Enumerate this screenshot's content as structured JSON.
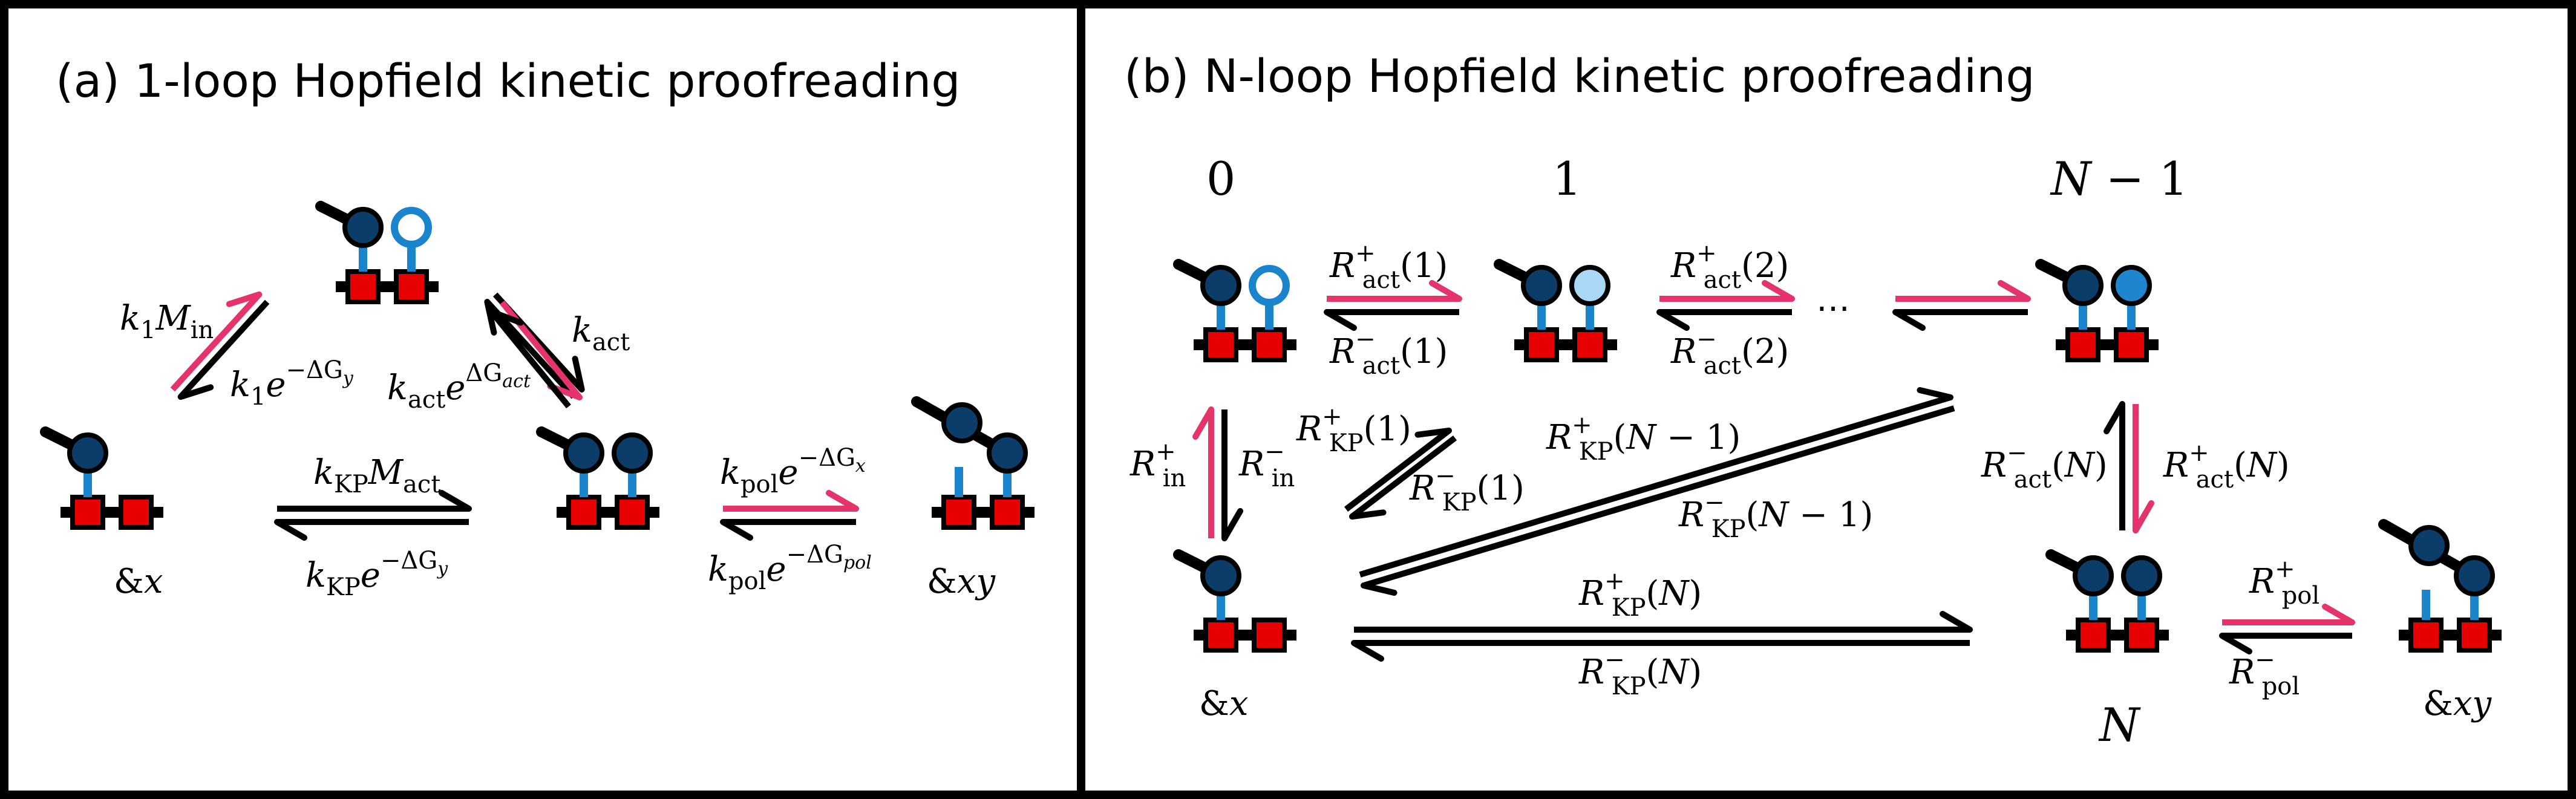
{
  "colors": {
    "arrow_forward": "#e5336b",
    "arrow_reverse": "#000000",
    "monomer": "#0b3d68",
    "stem": "#1a84cc",
    "site": "#e60000",
    "open_ring": "#1a84cc",
    "light_ball": "#a9d7f5",
    "mid_ball": "#1e86cf",
    "border": "#000000"
  },
  "panel_a": {
    "title": "(a) 1-loop Hopfield kinetic proofreading",
    "states": {
      "x": "&x",
      "xy": "&xy"
    },
    "rates": {
      "k1_min": {
        "base": "k",
        "sub": "1",
        "base2": "M",
        "sub2": "in"
      },
      "k1_back": {
        "base": "k",
        "sub": "1",
        "exp": "e",
        "sup": "−ΔG",
        "supsub": "y"
      },
      "kact": {
        "base": "k",
        "sub": "act"
      },
      "kact_back": {
        "base": "k",
        "sub": "act",
        "exp": "e",
        "sup": "ΔG",
        "supsub": "act"
      },
      "kkp_fwd": {
        "base": "k",
        "sub": "KP",
        "base2": "M",
        "sub2": "act"
      },
      "kkp_back": {
        "base": "k",
        "sub": "KP",
        "exp": "e",
        "sup": "−ΔG",
        "supsub": "y"
      },
      "kpol_fwd": {
        "base": "k",
        "sub": "pol",
        "exp": "e",
        "sup": "−ΔG",
        "supsub": "x"
      },
      "kpol_back": {
        "base": "k",
        "sub": "pol",
        "exp": "e",
        "sup": "−ΔG",
        "supsub": "pol"
      }
    }
  },
  "panel_b": {
    "title": "(b) N-loop Hopfield kinetic proofreading",
    "state_labels": {
      "s0": "0",
      "s1": "1",
      "snm1": "N − 1",
      "sn": "N"
    },
    "states": {
      "x": "&x",
      "xy": "&xy"
    },
    "ellipsis": "⋯",
    "rates": {
      "ract1_p": {
        "R": "R",
        "sup": "+",
        "sub": "act",
        "arg": "(1)"
      },
      "ract1_m": {
        "R": "R",
        "sup": "−",
        "sub": "act",
        "arg": "(1)"
      },
      "ract2_p": {
        "R": "R",
        "sup": "+",
        "sub": "act",
        "arg": "(2)"
      },
      "ract2_m": {
        "R": "R",
        "sup": "−",
        "sub": "act",
        "arg": "(2)"
      },
      "rin_p": {
        "R": "R",
        "sup": "+",
        "sub": "in",
        "arg": ""
      },
      "rin_m": {
        "R": "R",
        "sup": "−",
        "sub": "in",
        "arg": ""
      },
      "rkp1_p": {
        "R": "R",
        "sup": "+",
        "sub": "KP",
        "arg": "(1)"
      },
      "rkp1_m": {
        "R": "R",
        "sup": "−",
        "sub": "KP",
        "arg": "(1)"
      },
      "rkpn1_p": {
        "R": "R",
        "sup": "+",
        "sub": "KP",
        "arg": "(N − 1)"
      },
      "rkpn1_m": {
        "R": "R",
        "sup": "−",
        "sub": "KP",
        "arg": "(N − 1)"
      },
      "rkpn_p": {
        "R": "R",
        "sup": "+",
        "sub": "KP",
        "arg": "(N)"
      },
      "rkpn_m": {
        "R": "R",
        "sup": "−",
        "sub": "KP",
        "arg": "(N)"
      },
      "ractn_m": {
        "R": "R",
        "sup": "−",
        "sub": "act",
        "arg": "(N)"
      },
      "ractn_p": {
        "R": "R",
        "sup": "+",
        "sub": "act",
        "arg": "(N)"
      },
      "rpol_p": {
        "R": "R",
        "sup": "+",
        "sub": "pol",
        "arg": ""
      },
      "rpol_m": {
        "R": "R",
        "sup": "−",
        "sub": "pol",
        "arg": ""
      }
    }
  }
}
